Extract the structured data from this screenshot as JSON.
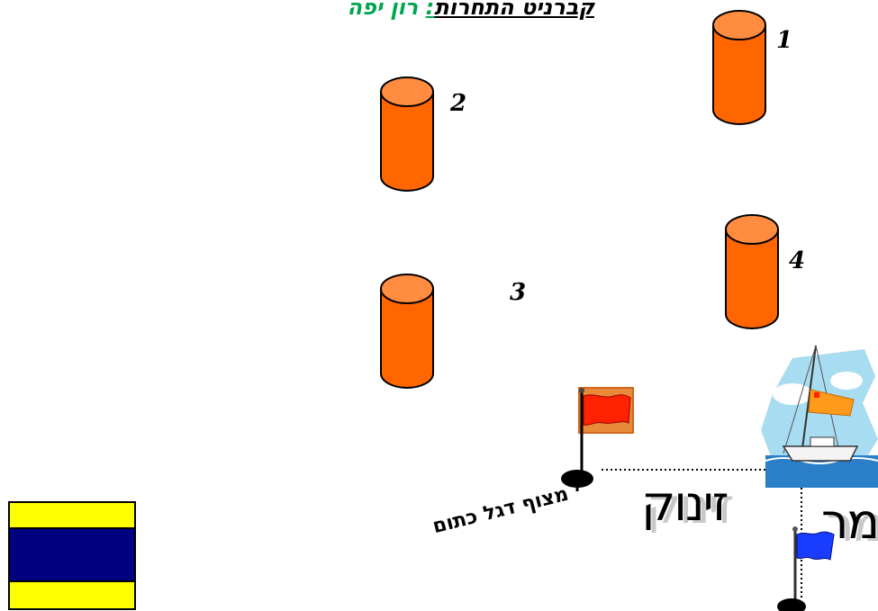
{
  "header": {
    "title_main": "קברניט התחרות",
    "title_colon": ":",
    "title_name": " רון יפה"
  },
  "buoys": [
    {
      "number": "1",
      "color": "#ff6600"
    },
    {
      "number": "2",
      "color": "#ff6600"
    },
    {
      "number": "3",
      "color": "#ff6600"
    },
    {
      "number": "4",
      "color": "#ff6600"
    }
  ],
  "labels": {
    "orange_flag_buoy": "מצוף דגל כתום",
    "start": "זינוק",
    "finish": "גמר"
  },
  "colors": {
    "buoy": "#ff6600",
    "buoy_top": "#ff8c3f",
    "title_green": "#00a651",
    "start_flag": "#ff2200",
    "finish_flag": "#1a3cff",
    "signal_flag_yellow": "#ffff00",
    "signal_flag_blue": "#000080"
  },
  "icons": {
    "buoy": "cylinder-buoy-icon",
    "start_flag": "red-flag-icon",
    "finish_flag": "blue-flag-icon",
    "boat": "sailboat-icon",
    "signal_flag": "signal-flag-icon"
  }
}
